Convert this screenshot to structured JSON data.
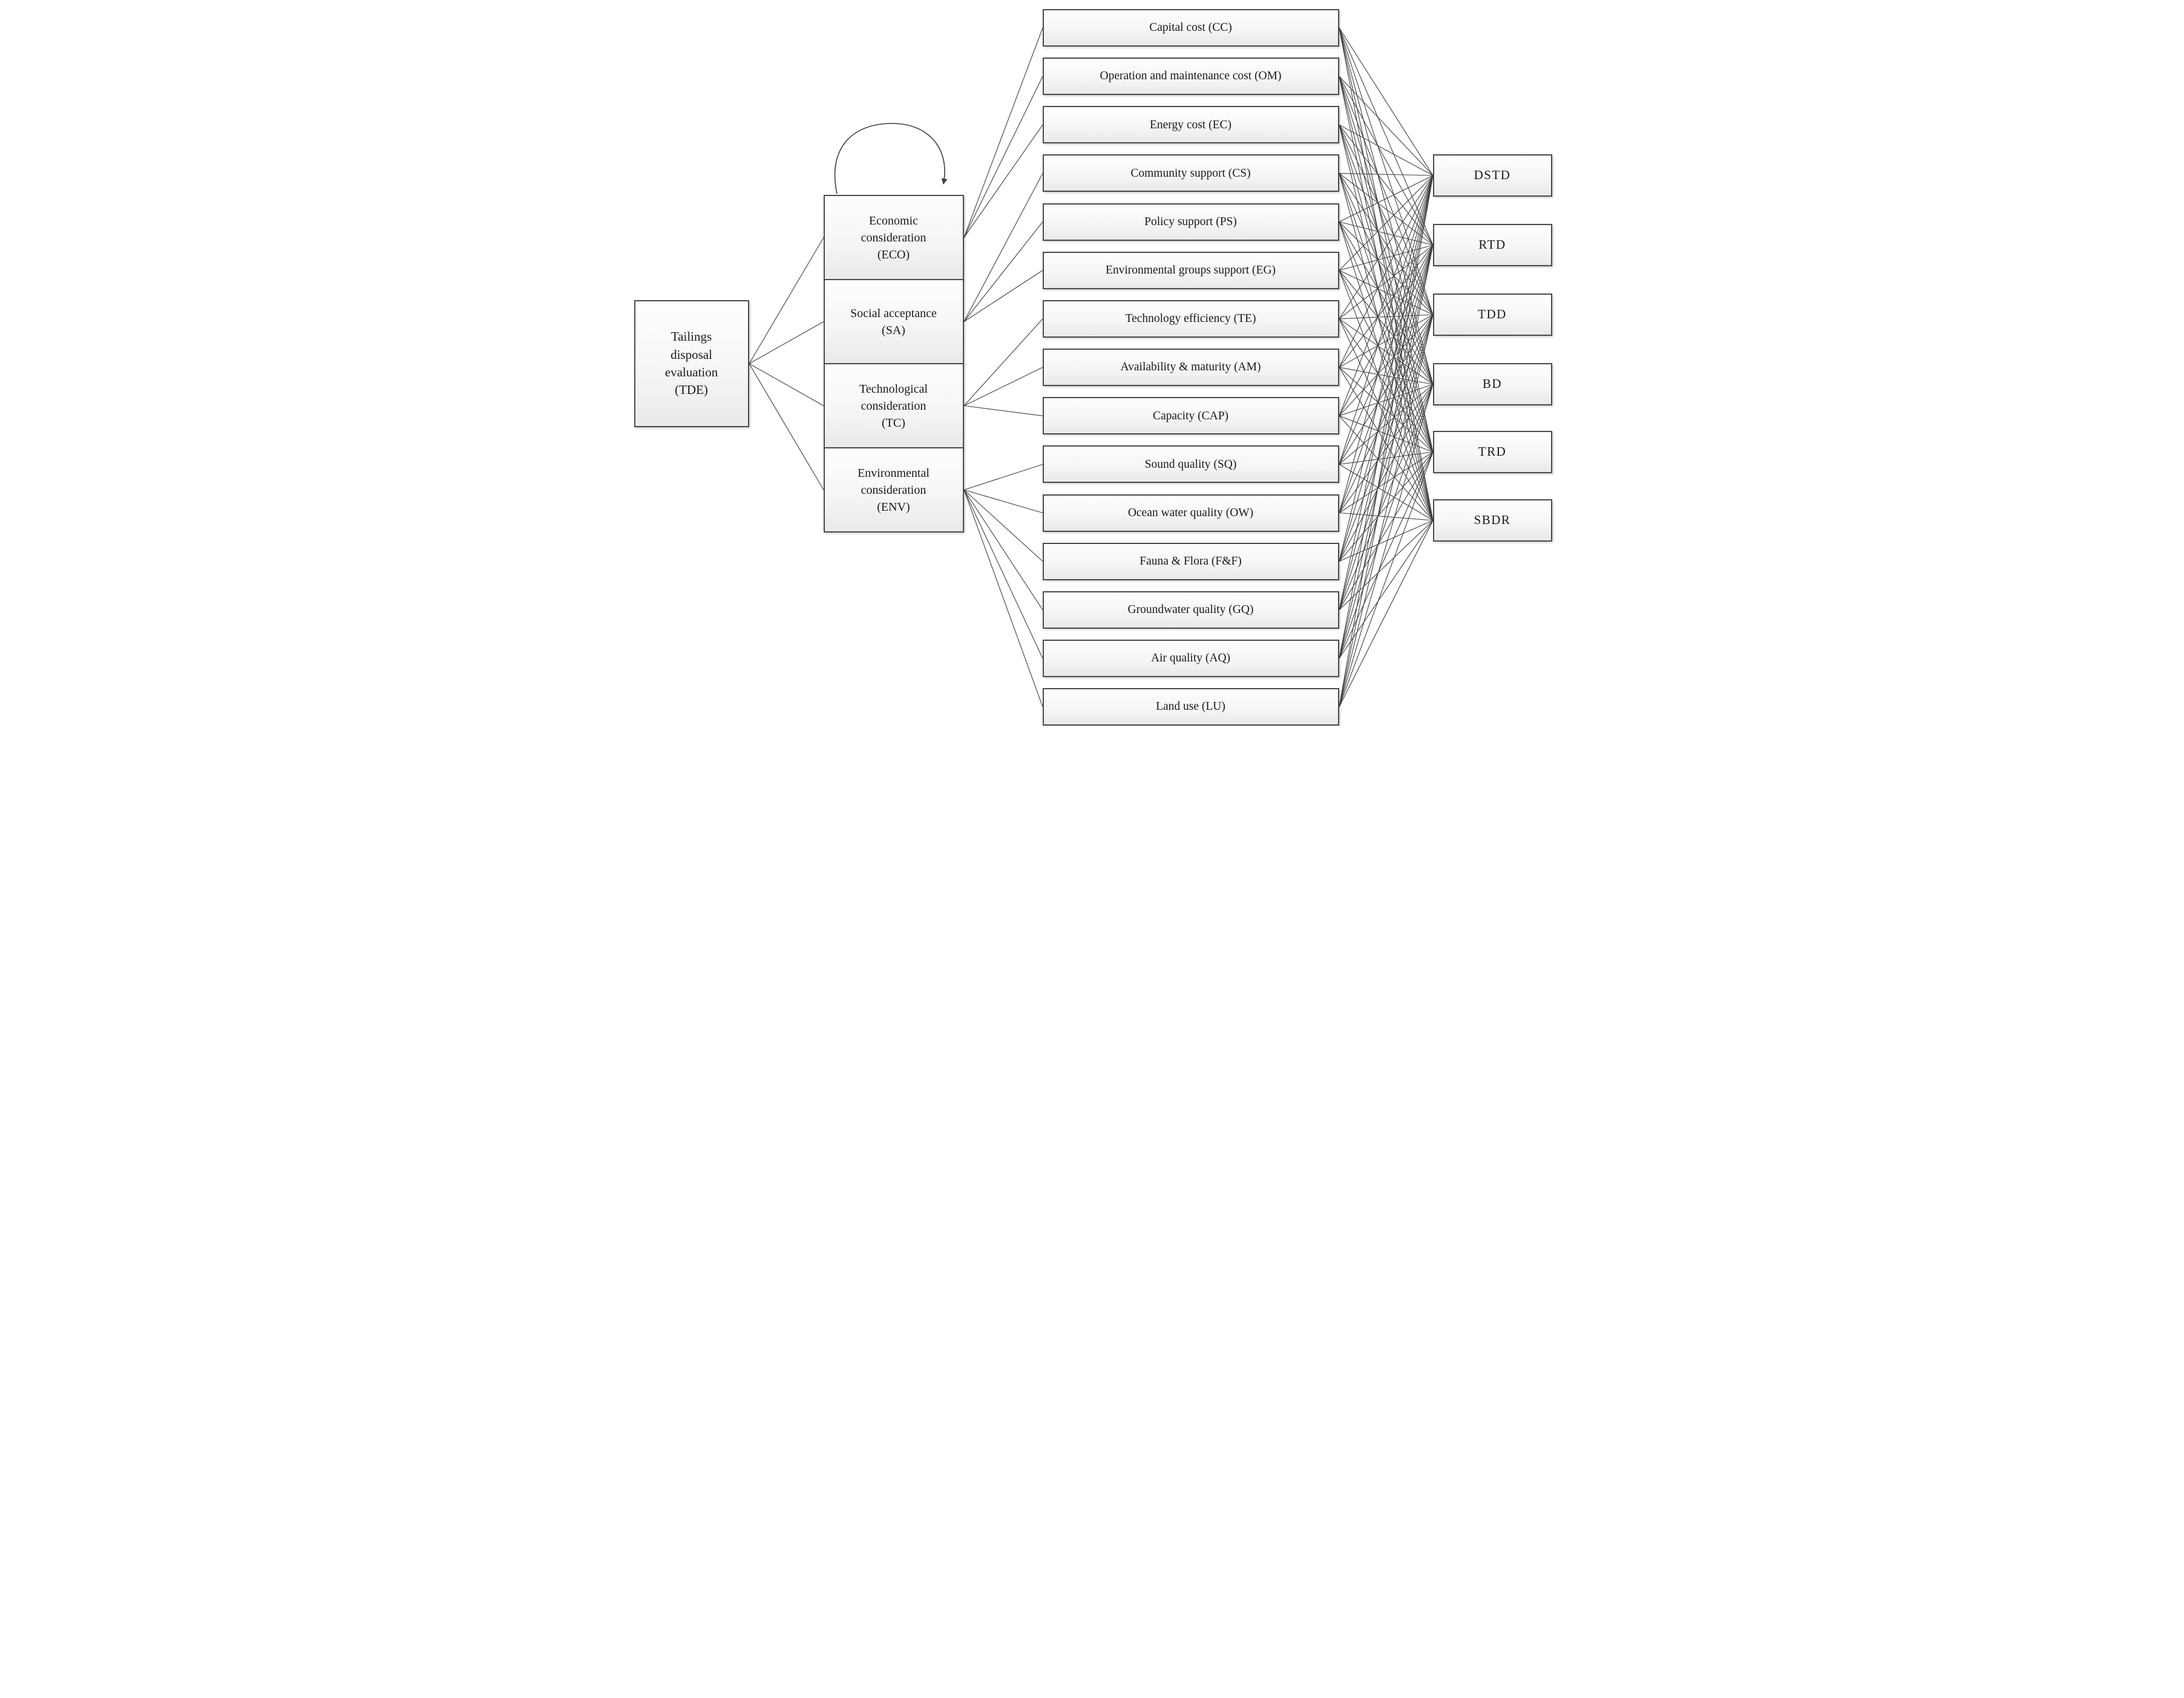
{
  "figure": {
    "background": "#ffffff",
    "goal": {
      "id": "TDE",
      "label": "Tailings\ndisposal\nevaluation\n(TDE)"
    },
    "considerations": [
      {
        "id": "ECO",
        "label": "Economic\nconsideration\n(ECO)",
        "self_loop": true
      },
      {
        "id": "SA",
        "label": "Social acceptance\n(SA)",
        "self_loop": false
      },
      {
        "id": "TC",
        "label": "Technological\nconsideration\n(TC)",
        "self_loop": false
      },
      {
        "id": "ENV",
        "label": "Environmental\nconsideration\n(ENV)",
        "self_loop": false
      }
    ],
    "criteria": [
      {
        "id": "CC",
        "label": "Capital cost (CC)",
        "parent": "ECO"
      },
      {
        "id": "OM",
        "label": "Operation and maintenance cost (OM)",
        "parent": "ECO"
      },
      {
        "id": "EC",
        "label": "Energy cost (EC)",
        "parent": "ECO"
      },
      {
        "id": "CS",
        "label": "Community support (CS)",
        "parent": "SA"
      },
      {
        "id": "PS",
        "label": "Policy support (PS)",
        "parent": "SA"
      },
      {
        "id": "EG",
        "label": "Environmental groups support (EG)",
        "parent": "SA"
      },
      {
        "id": "TE",
        "label": "Technology efficiency (TE)",
        "parent": "TC"
      },
      {
        "id": "AM",
        "label": "Availability & maturity (AM)",
        "parent": "TC"
      },
      {
        "id": "CAP",
        "label": "Capacity (CAP)",
        "parent": "TC"
      },
      {
        "id": "SQ",
        "label": "Sound quality (SQ)",
        "parent": "ENV"
      },
      {
        "id": "OW",
        "label": "Ocean water quality (OW)",
        "parent": "ENV"
      },
      {
        "id": "F&F",
        "label": "Fauna & Flora (F&F)",
        "parent": "ENV"
      },
      {
        "id": "GQ",
        "label": "Groundwater quality (GQ)",
        "parent": "ENV"
      },
      {
        "id": "AQ",
        "label": "Air quality (AQ)",
        "parent": "ENV"
      },
      {
        "id": "LU",
        "label": "Land use (LU)",
        "parent": "ENV"
      }
    ],
    "alternatives": [
      {
        "id": "DSTD",
        "label": "DSTD"
      },
      {
        "id": "RTD",
        "label": "RTD"
      },
      {
        "id": "TDD",
        "label": "TDD"
      },
      {
        "id": "BD",
        "label": "BD"
      },
      {
        "id": "TRD",
        "label": "TRD"
      },
      {
        "id": "SBDR",
        "label": "SBDR"
      }
    ],
    "edges": {
      "goal_to_considerations": [
        "ECO",
        "SA",
        "TC",
        "ENV"
      ],
      "considerations_to_criteria": "by parent",
      "criteria_to_alternatives": "all-to-all",
      "self_loop_on": "ECO"
    },
    "colors": {
      "box_border": "#4a4a4a",
      "box_fill_top": "#fefefe",
      "box_fill_bottom": "#e9e9e9",
      "connector": "#3f3f3f",
      "text": "#1a1a1a"
    }
  }
}
